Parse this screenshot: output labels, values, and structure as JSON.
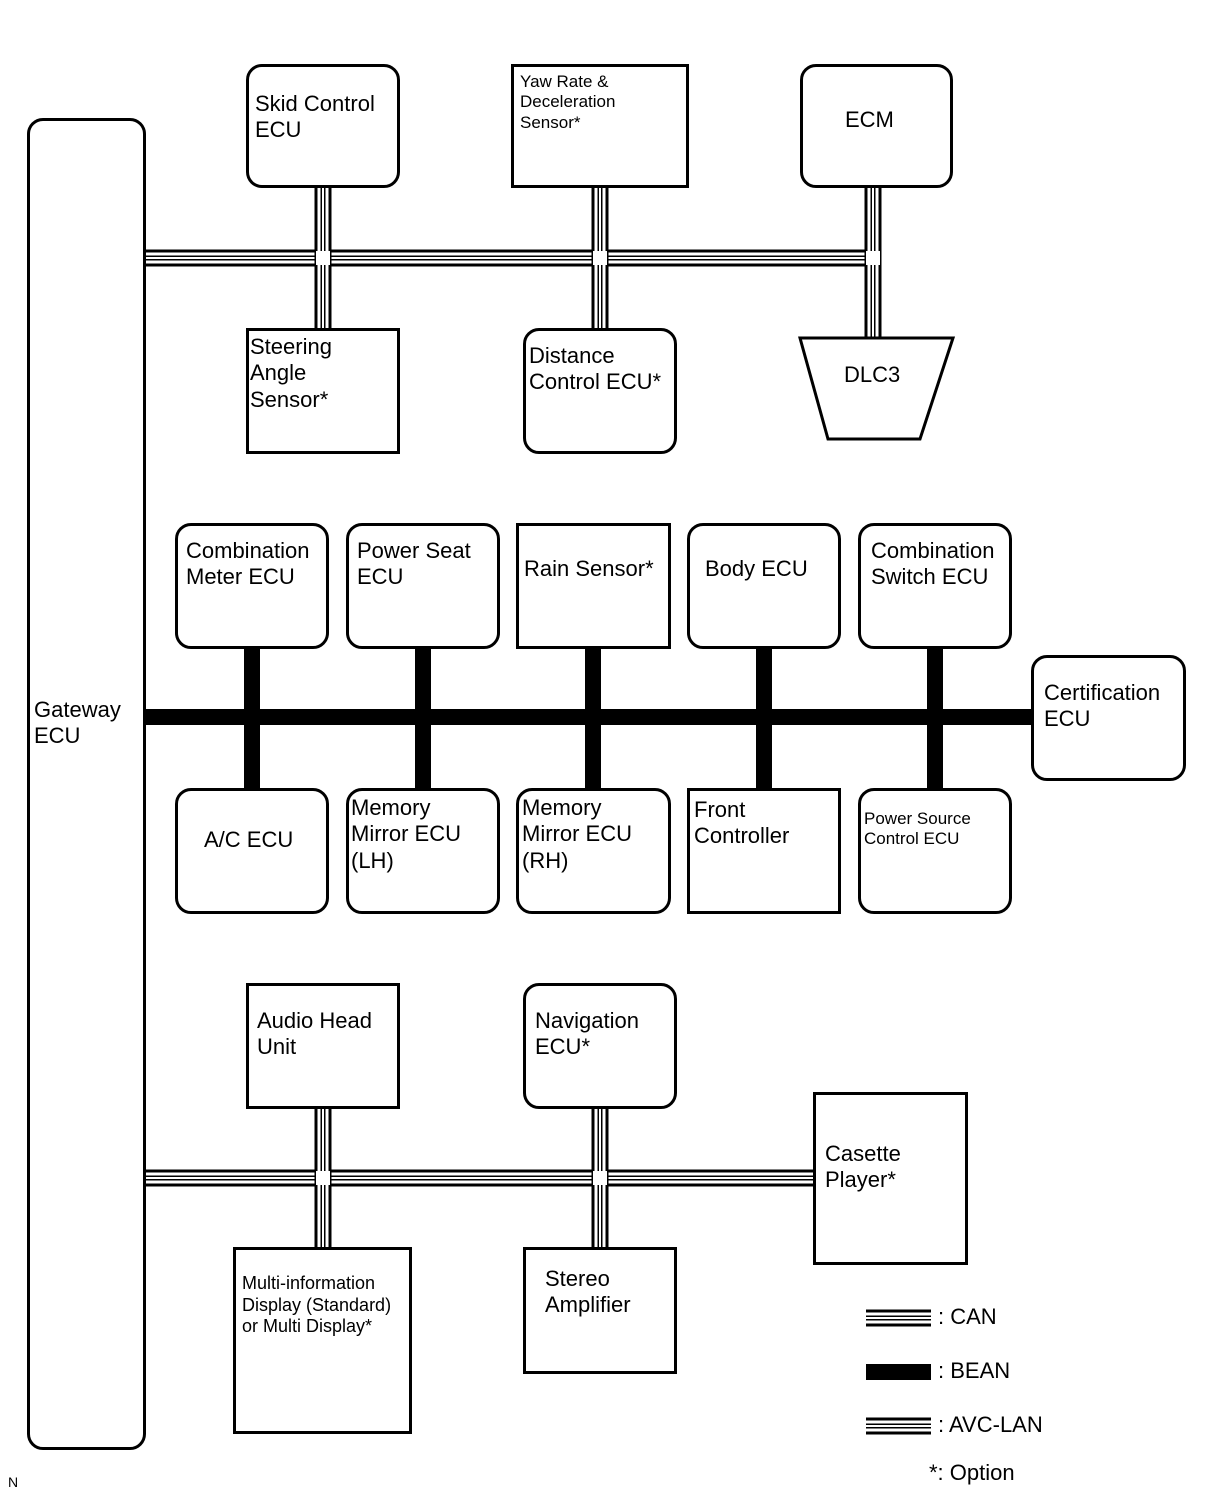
{
  "nodes": {
    "gateway_ecu": "Gateway\nECU",
    "skid_control_ecu": "Skid Control\nECU",
    "yaw_rate_sensor": "Yaw Rate &\nDeceleration\nSensor*",
    "ecm": "ECM",
    "steering_angle_sensor": "Steering\nAngle\nSensor*",
    "distance_control_ecu": "Distance\nControl ECU*",
    "dlc3": "DLC3",
    "combination_meter_ecu": "Combination\nMeter ECU",
    "power_seat_ecu": "Power Seat\nECU",
    "rain_sensor": "Rain Sensor*",
    "body_ecu": "Body ECU",
    "combination_switch_ecu": "Combination\nSwitch ECU",
    "certification_ecu": "Certification\nECU",
    "ac_ecu": "A/C ECU",
    "memory_mirror_lh": "Memory\nMirror ECU\n(LH)",
    "memory_mirror_rh": "Memory\nMirror ECU\n(RH)",
    "front_controller": "Front\nController",
    "power_source_control_ecu": "Power Source\nControl ECU",
    "audio_head_unit": "Audio Head\nUnit",
    "navigation_ecu": "Navigation\nECU*",
    "casette_player": "Casette\nPlayer*",
    "multi_information_display": "Multi-information\nDisplay (Standard)\nor Multi Display*",
    "stereo_amplifier": "Stereo\nAmplifier"
  },
  "legend": {
    "can": ": CAN",
    "bean": ": BEAN",
    "avc_lan": ": AVC-LAN",
    "option": "*: Option"
  },
  "corner_mark": "N"
}
